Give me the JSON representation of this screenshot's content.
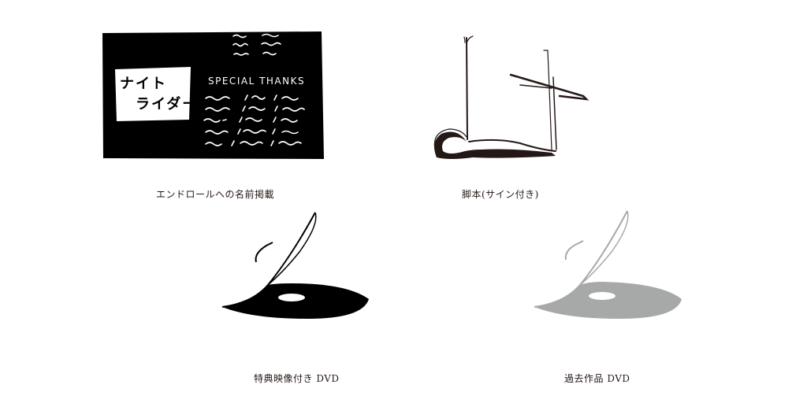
{
  "items": [
    {
      "id": "endroll",
      "caption": "エンドロールへの名前掲載",
      "illustration": "end-credits-screen",
      "screen_text": {
        "title_line1": "ナイト",
        "title_line2": "ライダー",
        "heading": "SPECIAL THANKS"
      }
    },
    {
      "id": "script",
      "caption": "脚本(サイン付き)",
      "illustration": "script-booklet"
    },
    {
      "id": "bonus-dvd",
      "caption": "特典映像付き DVD",
      "illustration": "dvd-disc",
      "disc_color": "#000000"
    },
    {
      "id": "past-dvd",
      "caption": "過去作品 DVD",
      "illustration": "dvd-disc",
      "disc_color": "#a7a8a8"
    }
  ],
  "colors": {
    "ink": "#231815",
    "black": "#000000",
    "gray": "#a7a8a8",
    "background": "#ffffff"
  }
}
